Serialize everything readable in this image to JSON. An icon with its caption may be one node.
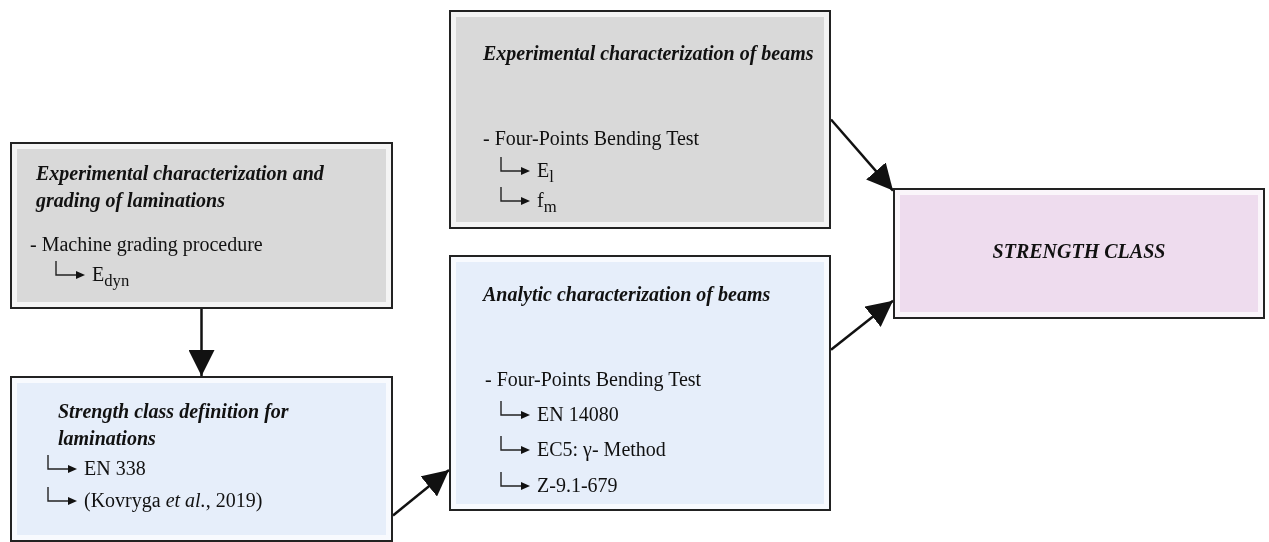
{
  "diagram": {
    "nodes": [
      {
        "text": [
          "Experimental characterization and grading of laminations",
          "- Machine grading procedure",
          "E$_{dyn}$"
        ]
      },
      {
        "text": [
          "Strength class definition for laminations",
          "EN 338",
          "(Kovryga *et al.*, 2019)"
        ]
      },
      {
        "text": [
          "Experimental characterization of beams",
          "- Four-Points Bending Test",
          "E$_{l}$",
          "f$_{m}$"
        ]
      },
      {
        "text": [
          "Analytic characterization of beams",
          "- Four-Points Bending Test",
          "EN 14080",
          "EC5: γ- Method",
          "Z-9.1-679"
        ]
      },
      {
        "text": [
          "STRENGTH CLASS"
        ]
      }
    ],
    "edges": [
      {
        "from": 0,
        "to": 1,
        "arrow": "to"
      },
      {
        "from": 1,
        "to": 3,
        "arrow": "to"
      },
      {
        "from": 2,
        "to": 4,
        "arrow": "to"
      },
      {
        "from": 3,
        "to": 4,
        "arrow": "to"
      }
    ]
  }
}
